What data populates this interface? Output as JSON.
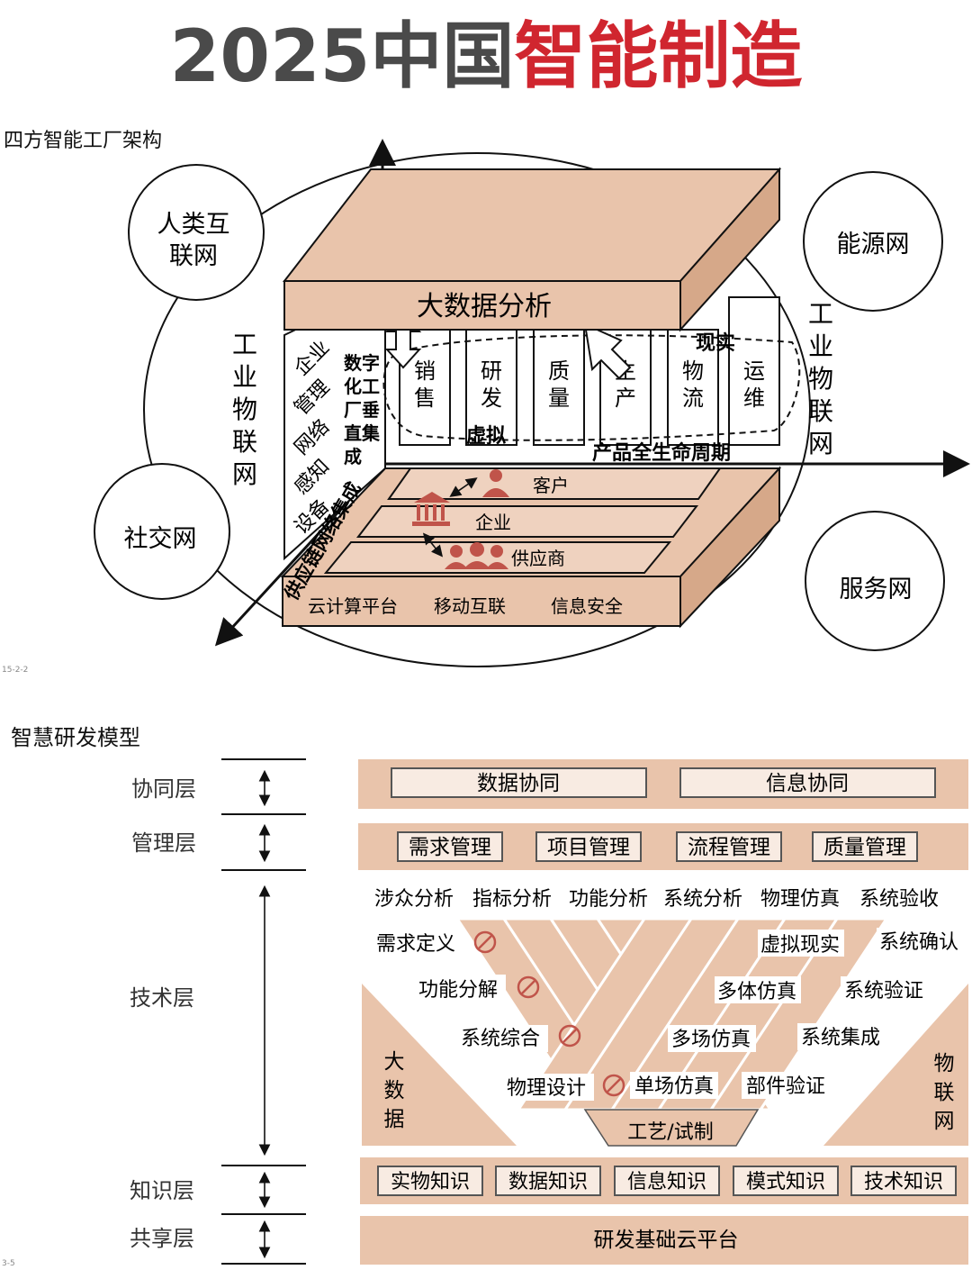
{
  "title": {
    "part1": "2025中国",
    "part2": "智能制造"
  },
  "colors": {
    "title_dark": "#4a4a4a",
    "title_red": "#d0262f",
    "box_fill": "#e9c4ab",
    "box_side": "#d6a889",
    "box_stroke": "#555555",
    "icon_red": "#c0544a",
    "inner_fill": "#f8ebe2",
    "band_fill": "#efd2bf"
  },
  "factory": {
    "caption": "四方智能工厂架构",
    "outer_nets": {
      "human": [
        "人类互",
        "联网"
      ],
      "energy": "能源网",
      "social": "社交网",
      "service": "服务网"
    },
    "iot_left": [
      "工",
      "业",
      "物",
      "联",
      "网"
    ],
    "iot_right": [
      "工",
      "业",
      "物",
      "联",
      "网"
    ],
    "top_box": "大数据分析",
    "left_panel": [
      "企业",
      "管理",
      "网络",
      "感知",
      "设备"
    ],
    "vertical_integration": [
      "数字",
      "化工",
      "厂垂",
      "直集",
      "成"
    ],
    "columns": [
      [
        "销",
        "售"
      ],
      [
        "研",
        "发"
      ],
      [
        "质",
        "量"
      ],
      [
        "生",
        "产"
      ],
      [
        "物",
        "流"
      ],
      [
        "运",
        "维"
      ]
    ],
    "reality": "现实",
    "virtual": "虚拟",
    "lifecycle": "产品全生命周期",
    "supply_chain": "供应链网络集成",
    "tiers": [
      "客户",
      "企业",
      "供应商"
    ],
    "base_items": [
      "云计算平台",
      "移动互联",
      "信息安全"
    ],
    "page_mark": "15-2-2"
  },
  "rnd": {
    "caption": "智慧研发模型",
    "layers": [
      "协同层",
      "管理层",
      "技术层",
      "知识层",
      "共享层"
    ],
    "collab": [
      "数据协同",
      "信息协同"
    ],
    "mgmt": [
      "需求管理",
      "项目管理",
      "流程管理",
      "质量管理"
    ],
    "analysis_row": [
      "涉众分析",
      "指标分析",
      "功能分析",
      "系统分析",
      "物理仿真",
      "系统验收"
    ],
    "left_steps": [
      "需求定义",
      "功能分解",
      "系统综合",
      "物理设计"
    ],
    "right_steps_outer": [
      "系统确认",
      "系统验证",
      "系统集成",
      "部件验证"
    ],
    "right_steps_inner": [
      "虚拟现实",
      "多体仿真",
      "多场仿真",
      "单场仿真"
    ],
    "bottom_step": "工艺/试制",
    "big_data": [
      "大",
      "数",
      "据"
    ],
    "iot": [
      "物",
      "联",
      "网"
    ],
    "knowledge": [
      "实物知识",
      "数据知识",
      "信息知识",
      "模式知识",
      "技术知识"
    ],
    "share": "研发基础云平台",
    "page_mark": "3-5"
  }
}
